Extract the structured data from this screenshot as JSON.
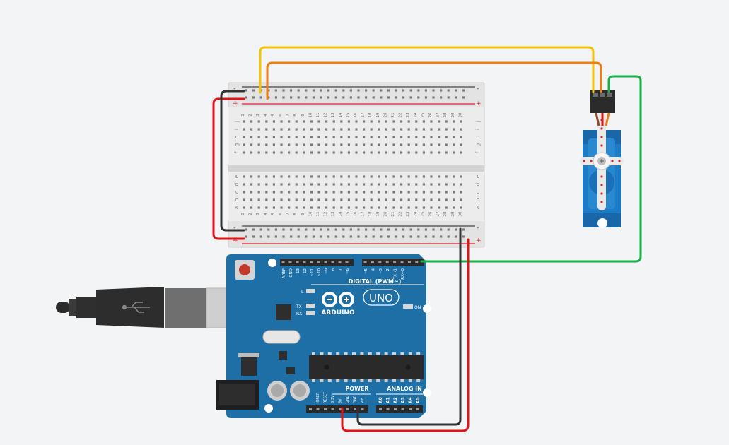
{
  "breadboard": {
    "rail_minus": "-",
    "rail_plus": "+",
    "columns": [
      "1",
      "2",
      "3",
      "4",
      "5",
      "6",
      "7",
      "8",
      "9",
      "10",
      "11",
      "12",
      "13",
      "14",
      "15",
      "16",
      "17",
      "18",
      "19",
      "20",
      "21",
      "22",
      "23",
      "24",
      "25",
      "26",
      "27",
      "28",
      "29",
      "30"
    ],
    "rows_top": [
      "j",
      "i",
      "h",
      "g",
      "f"
    ],
    "rows_bottom": [
      "e",
      "d",
      "c",
      "b",
      "a"
    ]
  },
  "arduino": {
    "brand": "ARDUINO",
    "model": "UNO",
    "digital_label": "DIGITAL (PWM~)",
    "power_label": "POWER",
    "analog_label": "ANALOG IN",
    "on_label": "ON",
    "led_l": "L",
    "led_tx": "TX",
    "led_rx": "RX",
    "digital_pins": [
      "AREF",
      "GND",
      "13",
      "12",
      "~11",
      "~10",
      "~9",
      "8",
      "7",
      "~6",
      "~5",
      "4",
      "~3",
      "2",
      "TX→1",
      "RX←0"
    ],
    "power_pins": [
      "IOREF",
      "RESET",
      "3.3V",
      "5V",
      "GND",
      "GND",
      "Vin"
    ],
    "analog_pins": [
      "A0",
      "A1",
      "A2",
      "A3",
      "A4",
      "A5"
    ]
  },
  "colors": {
    "background": "#f2f4f5",
    "board": "#1d6fa5",
    "wire_yellow": "#f5c400",
    "wire_orange": "#ee7d13",
    "wire_green": "#18b14a",
    "wire_red": "#e0131a",
    "wire_black": "#333333",
    "servo": "#1c7bc4"
  },
  "icons": [
    "usb-icon"
  ]
}
